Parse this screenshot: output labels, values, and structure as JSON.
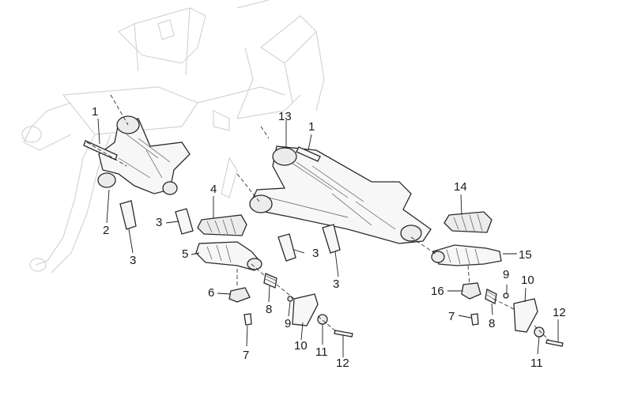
{
  "diagram": {
    "callouts": [
      {
        "id": "c1a",
        "text": "1"
      },
      {
        "id": "c2",
        "text": "2"
      },
      {
        "id": "c3a",
        "text": "3"
      },
      {
        "id": "c3b",
        "text": "3"
      },
      {
        "id": "c4",
        "text": "4"
      },
      {
        "id": "c5",
        "text": "5"
      },
      {
        "id": "c6",
        "text": "6"
      },
      {
        "id": "c7a",
        "text": "7"
      },
      {
        "id": "c8a",
        "text": "8"
      },
      {
        "id": "c9a",
        "text": "9"
      },
      {
        "id": "c10a",
        "text": "10"
      },
      {
        "id": "c11a",
        "text": "11"
      },
      {
        "id": "c12a",
        "text": "12"
      },
      {
        "id": "c13",
        "text": "13"
      },
      {
        "id": "c1b",
        "text": "1"
      },
      {
        "id": "c3c",
        "text": "3"
      },
      {
        "id": "c3d",
        "text": "3"
      },
      {
        "id": "c14",
        "text": "14"
      },
      {
        "id": "c15",
        "text": "15"
      },
      {
        "id": "c16",
        "text": "16"
      },
      {
        "id": "c7b",
        "text": "7"
      },
      {
        "id": "c8b",
        "text": "8"
      },
      {
        "id": "c9b",
        "text": "9"
      },
      {
        "id": "c10b",
        "text": "10"
      },
      {
        "id": "c11b",
        "text": "11"
      },
      {
        "id": "c12b",
        "text": "12"
      }
    ]
  }
}
